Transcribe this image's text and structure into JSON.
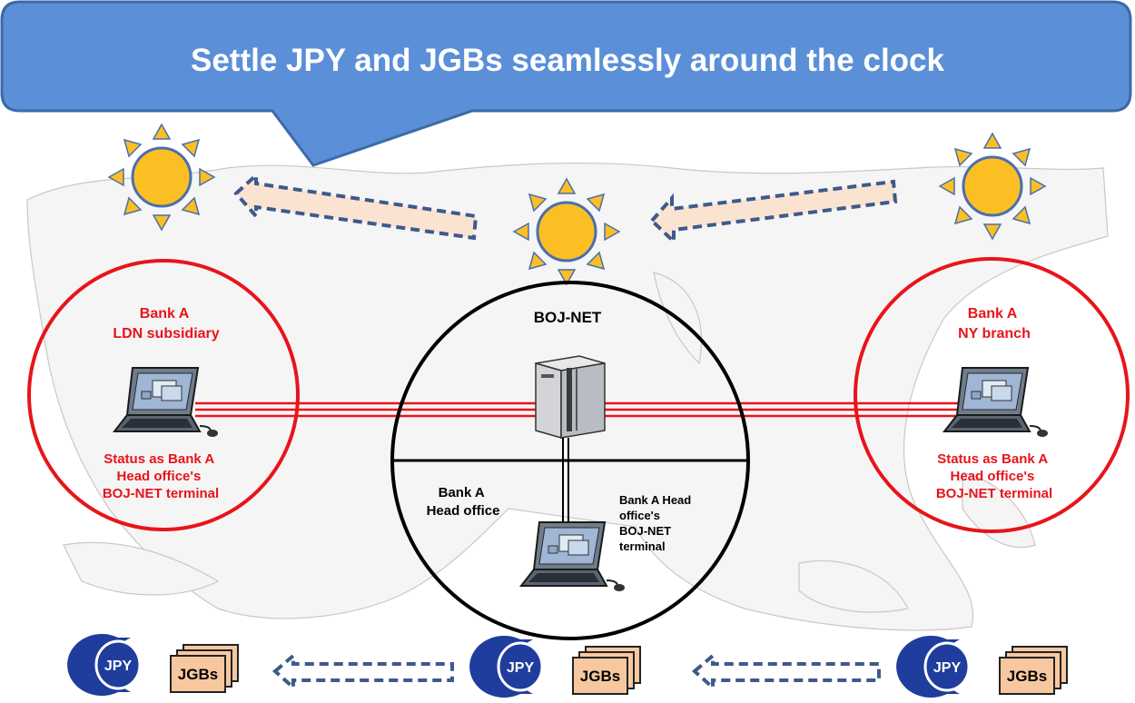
{
  "banner": {
    "title": "Settle JPY and JGBs seamlessly around the clock",
    "fill": "#5b8fd8",
    "stroke": "#3c6aa8"
  },
  "colors": {
    "red": "#e8141b",
    "sun": "#fbbf24",
    "sun_stroke": "#4a6fae",
    "arrow_fill": "#fbe3d2",
    "arrow_stroke": "#3d5a8a",
    "jpy_blue": "#1f3d9c",
    "jgb_fill": "#f7c8a0"
  },
  "left_site": {
    "name_line1": "Bank A",
    "name_line2": "LDN subsidiary",
    "status_line1": "Status as Bank A",
    "status_line2": "Head office's",
    "status_line3": "BOJ-NET terminal"
  },
  "right_site": {
    "name_line1": "Bank A",
    "name_line2": "NY branch",
    "status_line1": "Status as Bank A",
    "status_line2": "Head office's",
    "status_line3": "BOJ-NET terminal"
  },
  "center": {
    "title": "BOJ-NET",
    "head_office_line1": "Bank A",
    "head_office_line2": "Head office",
    "terminal_line1": "Bank A Head",
    "terminal_line2": "office's",
    "terminal_line3": "BOJ-NET",
    "terminal_line4": "terminal"
  },
  "assets": {
    "jpy_label": "JPY",
    "jgbs_label": "JGBs"
  },
  "icons": [
    "sun-icon",
    "laptop-icon",
    "server-icon",
    "jpy-coin-icon",
    "jgbs-documents-icon",
    "arrow-left-icon"
  ]
}
